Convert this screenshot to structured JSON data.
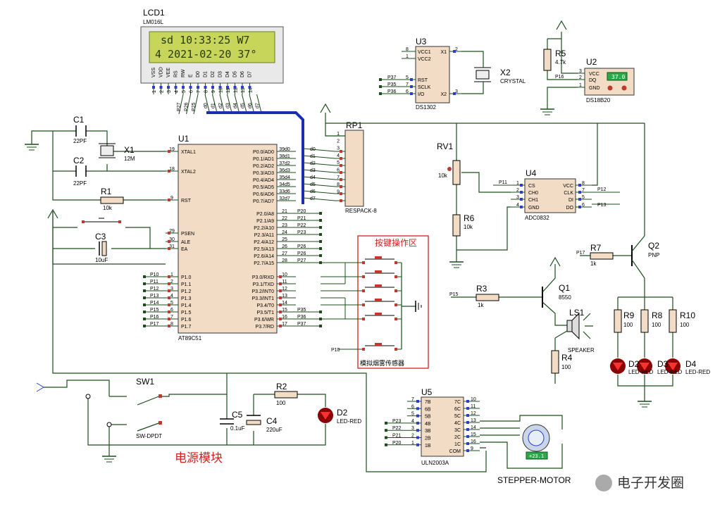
{
  "colors": {
    "wire": "#1a4d1a",
    "bus": "#1a2fb0",
    "chip": "#f2dcc6",
    "lcd_bg": "#c7d55b",
    "lcd_text": "#2a3a10",
    "power_title": "#d0231f",
    "key_box": "#d0231f"
  },
  "lcd": {
    "ref": "LCD1",
    "part": "LM016L",
    "line1": "sd 10:33:25 W7",
    "line2": "4 2021-02-20 37°",
    "pins": [
      "VSS",
      "VDD",
      "VEE",
      "RS",
      "RW",
      "E",
      "D0",
      "D1",
      "D2",
      "D3",
      "D4",
      "D5",
      "D6",
      "D7"
    ],
    "pin_nums": [
      "1",
      "2",
      "3",
      "4",
      "5",
      "6",
      "7",
      "8",
      "9",
      "10",
      "11",
      "12",
      "13",
      "14"
    ],
    "nets_ctrl": [
      "P27",
      "P26",
      "P25"
    ],
    "nets_data": [
      "d0",
      "d1",
      "d2",
      "d3",
      "d4",
      "d5",
      "d6",
      "d7"
    ]
  },
  "u1": {
    "ref": "U1",
    "part": "AT89C51",
    "left_pins": [
      {
        "name": "XTAL1",
        "num": "19"
      },
      {
        "name": "XTAL2",
        "num": "18"
      },
      {
        "name": "RST",
        "num": "9"
      },
      {
        "name": "PSEN",
        "num": "29"
      },
      {
        "name": "ALE",
        "num": "30"
      },
      {
        "name": "EA",
        "num": "31"
      },
      {
        "name": "P1.0",
        "num": "1"
      },
      {
        "name": "P1.1",
        "num": "2"
      },
      {
        "name": "P1.2",
        "num": "3"
      },
      {
        "name": "P1.3",
        "num": "4"
      },
      {
        "name": "P1.4",
        "num": "5"
      },
      {
        "name": "P1.5",
        "num": "6"
      },
      {
        "name": "P1.6",
        "num": "7"
      },
      {
        "name": "P1.7",
        "num": "8"
      }
    ],
    "p1_nets": [
      "P10",
      "P11",
      "P12",
      "P13",
      "P14",
      "P15",
      "P16",
      "P17"
    ],
    "p0_pins": [
      {
        "name": "P0.0/AD0",
        "num": "39"
      },
      {
        "name": "P0.1/AD1",
        "num": "38"
      },
      {
        "name": "P0.2/AD2",
        "num": "37"
      },
      {
        "name": "P0.3/AD3",
        "num": "36"
      },
      {
        "name": "P0.4/AD4",
        "num": "35"
      },
      {
        "name": "P0.5/AD5",
        "num": "34"
      },
      {
        "name": "P0.6/AD6",
        "num": "33"
      },
      {
        "name": "P0.7/AD7",
        "num": "32"
      }
    ],
    "p2_pins": [
      {
        "name": "P2.0/A8",
        "num": "21",
        "net": "P20"
      },
      {
        "name": "P2.1/A9",
        "num": "22",
        "net": "P21"
      },
      {
        "name": "P2.2/A10",
        "num": "23",
        "net": "P22"
      },
      {
        "name": "P2.3/A11",
        "num": "24",
        "net": "P23"
      },
      {
        "name": "P2.4/A12",
        "num": "25",
        "net": ""
      },
      {
        "name": "P2.5/A13",
        "num": "26",
        "net": "P26"
      },
      {
        "name": "P2.6/A14",
        "num": "27",
        "net": "P26"
      },
      {
        "name": "P2.7/A15",
        "num": "28",
        "net": "P27"
      }
    ],
    "p3_pins": [
      {
        "name": "P3.0/RXD",
        "num": "10",
        "net": ""
      },
      {
        "name": "P3.1/TXD",
        "num": "11",
        "net": ""
      },
      {
        "name": "P3.2/INT0",
        "num": "12",
        "net": ""
      },
      {
        "name": "P3.3/INT1",
        "num": "13",
        "net": ""
      },
      {
        "name": "P3.4/T0",
        "num": "14",
        "net": ""
      },
      {
        "name": "P3.5/T1",
        "num": "15",
        "net": "P35"
      },
      {
        "name": "P3.6/WR",
        "num": "16",
        "net": "P36"
      },
      {
        "name": "P3.7/RD",
        "num": "17",
        "net": "P37"
      }
    ]
  },
  "c1": {
    "ref": "C1",
    "value": "22PF"
  },
  "c2": {
    "ref": "C2",
    "value": "22PF"
  },
  "x1": {
    "ref": "X1",
    "value": "12M"
  },
  "r1": {
    "ref": "R1",
    "value": "10k"
  },
  "c3": {
    "ref": "C3",
    "value": "10uF"
  },
  "rp1": {
    "ref": "RP1",
    "part": "RESPACK-8",
    "pin_nums": [
      "1",
      "2",
      "3",
      "4",
      "5",
      "6",
      "7",
      "8",
      "9"
    ]
  },
  "u3": {
    "ref": "U3",
    "part": "DS1302",
    "pins_left": [
      {
        "name": "VCC1",
        "num": "8"
      },
      {
        "name": "VCC2",
        "num": "1"
      },
      {
        "name": "RST",
        "num": "5"
      },
      {
        "name": "SCLK",
        "num": "7"
      },
      {
        "name": "I/O",
        "num": "6"
      }
    ],
    "pins_right": [
      {
        "name": "X1",
        "num": "2"
      },
      {
        "name": "X2",
        "num": "3"
      }
    ],
    "nets": [
      "P37",
      "P35",
      "P36"
    ]
  },
  "x2": {
    "ref": "X2",
    "value": "CRYSTAL"
  },
  "r5": {
    "ref": "R5",
    "value": "4.7k"
  },
  "u2": {
    "ref": "U2",
    "part": "DS18B20",
    "pins": [
      {
        "name": "VCC",
        "num": "3"
      },
      {
        "name": "DQ",
        "num": "2"
      },
      {
        "name": "GND",
        "num": "1"
      }
    ],
    "net": "P16",
    "reading": "37.0"
  },
  "rv1": {
    "ref": "RV1",
    "value": "10k"
  },
  "r6": {
    "ref": "R6",
    "value": "10k"
  },
  "u4": {
    "ref": "U4",
    "part": "ADC0832",
    "pins_left": [
      {
        "name": "CS",
        "num": "1"
      },
      {
        "name": "CH0",
        "num": "2"
      },
      {
        "name": "CH1",
        "num": "3"
      },
      {
        "name": "GND",
        "num": "4"
      }
    ],
    "pins_right": [
      {
        "name": "VCC",
        "num": "8"
      },
      {
        "name": "CLK",
        "num": "7"
      },
      {
        "name": "DI",
        "num": "5"
      },
      {
        "name": "DO",
        "num": "6"
      }
    ],
    "nets": [
      "P11",
      "P12",
      "P13"
    ]
  },
  "keys": {
    "title": "按键操作区",
    "sensor": "模拟烟雾传感器",
    "net": "P10"
  },
  "r7": {
    "ref": "R7",
    "value": "1k",
    "net": "P17"
  },
  "q2": {
    "ref": "Q2",
    "part": "PNP"
  },
  "r3": {
    "ref": "R3",
    "value": "1k",
    "net": "P15"
  },
  "q1": {
    "ref": "Q1",
    "part": "8550"
  },
  "ls1": {
    "ref": "LS1",
    "part": "SPEAKER"
  },
  "r4": {
    "ref": "R4",
    "value": "100"
  },
  "r9": {
    "ref": "R9",
    "value": "100"
  },
  "r8": {
    "ref": "R8",
    "value": "100"
  },
  "r10": {
    "ref": "R10",
    "value": "100"
  },
  "leds": {
    "d2ref": "D2",
    "d3ref": "D3",
    "d4ref": "D4",
    "part": "LED-RED"
  },
  "sw1": {
    "ref": "SW1",
    "part": "SW-DPDT"
  },
  "c5": {
    "ref": "C5",
    "value": "0.1uF"
  },
  "c4": {
    "ref": "C4",
    "value": "220uF"
  },
  "r2": {
    "ref": "R2",
    "value": "100"
  },
  "d2": {
    "ref": "D2",
    "part": "LED-RED"
  },
  "power_title": "电源模块",
  "u5": {
    "ref": "U5",
    "part": "ULN2003A",
    "pins_left": [
      {
        "name": "7B",
        "num": "7"
      },
      {
        "name": "6B",
        "num": "6"
      },
      {
        "name": "5B",
        "num": "5"
      },
      {
        "name": "4B",
        "num": "4"
      },
      {
        "name": "3B",
        "num": "3"
      },
      {
        "name": "2B",
        "num": "2"
      },
      {
        "name": "1B",
        "num": "1"
      }
    ],
    "pins_right": [
      {
        "name": "7C",
        "num": "10"
      },
      {
        "name": "6C",
        "num": "11"
      },
      {
        "name": "5C",
        "num": "12"
      },
      {
        "name": "4C",
        "num": "13"
      },
      {
        "name": "3C",
        "num": "14"
      },
      {
        "name": "2C",
        "num": "15"
      },
      {
        "name": "1C",
        "num": "16"
      },
      {
        "name": "COM",
        "num": "9"
      }
    ],
    "nets": [
      "P23",
      "P22",
      "P21",
      "P20"
    ]
  },
  "motor": {
    "part": "STEPPER-MOTOR",
    "reading": "+23.1"
  },
  "watermark": "电子开发圈"
}
